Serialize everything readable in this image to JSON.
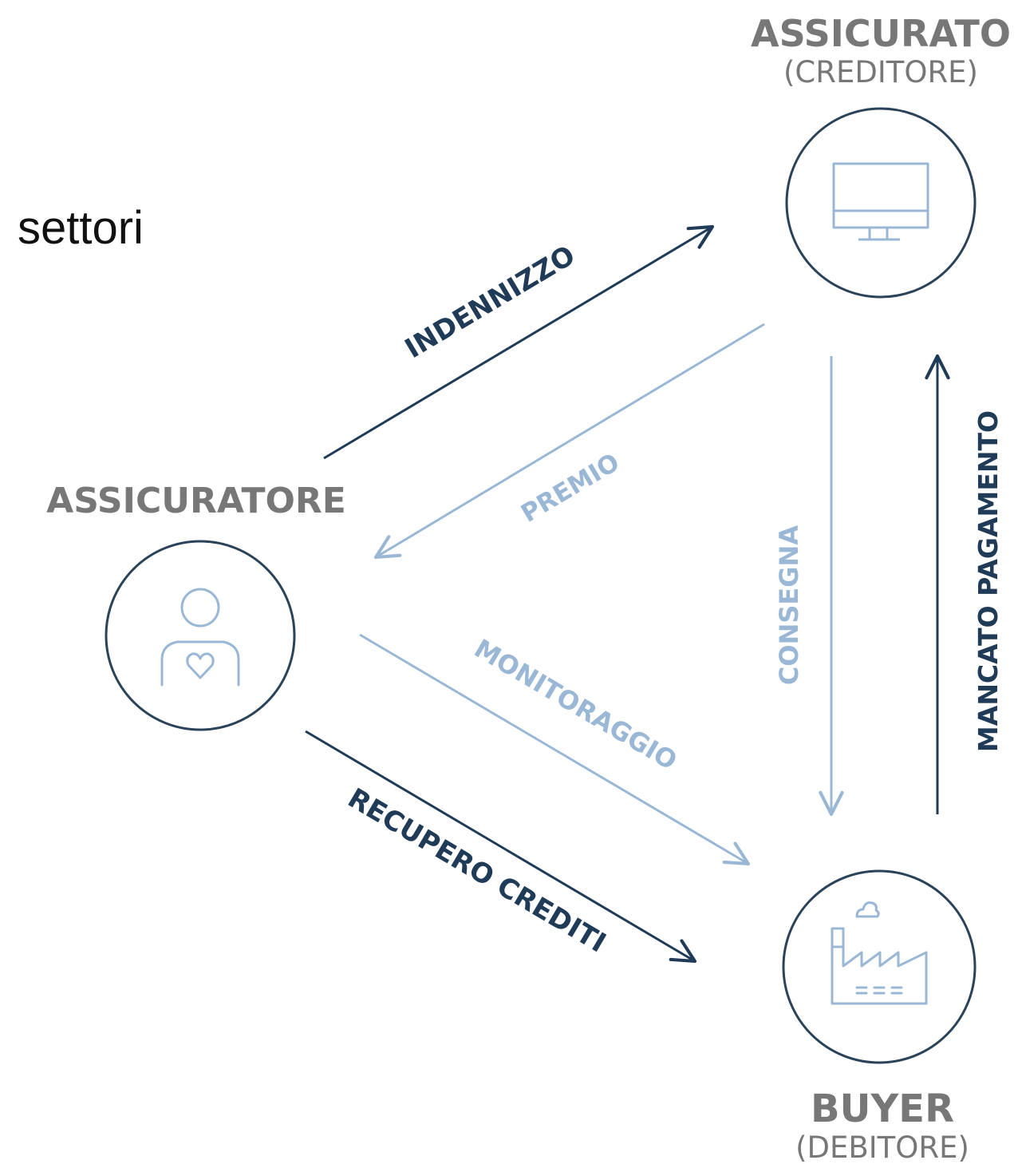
{
  "stray_text": "settori",
  "nodes": {
    "assicurato": {
      "title": "ASSICURATO",
      "subtitle": "(CREDITORE)",
      "icon": "monitor-icon"
    },
    "assicuratore": {
      "title": "ASSICURATORE",
      "icon": "person-heart-icon"
    },
    "buyer": {
      "title": "BUYER",
      "subtitle": "(DEBITORE)",
      "icon": "factory-icon"
    }
  },
  "flows": {
    "indennizzo": "INDENNIZZO",
    "premio": "PREMIO",
    "monitoraggio": "MONITORAGGIO",
    "recupero_crediti": "RECUPERO CREDITI",
    "consegna": "CONSEGNA",
    "mancato_pagamento": "MANCATO PAGAMENTO"
  },
  "colors": {
    "dark": "#1f3b57",
    "light": "#9ab8d6",
    "gray": "#777777",
    "circle": "#2b4359"
  }
}
